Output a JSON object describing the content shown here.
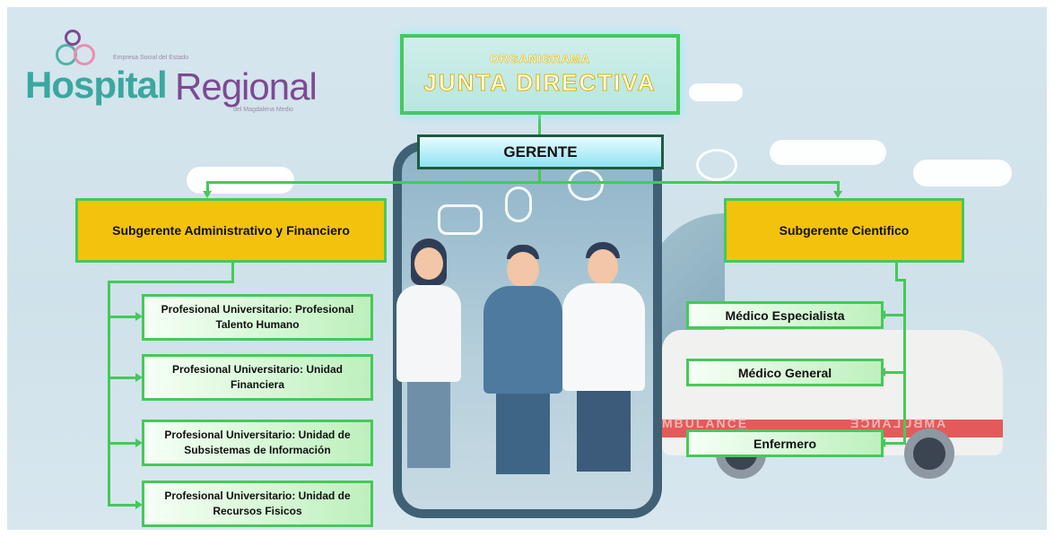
{
  "logo": {
    "tagline": "Empresa Social del Estado",
    "name_part1": "Hospital",
    "name_part2": "Regional",
    "subline": "del Magdalena Medio"
  },
  "chart": {
    "header_small": "ORGANIGRAMA",
    "header_big": "JUNTA DIRECTIVA",
    "gerente": "GERENTE",
    "sub_admin": "Subgerente Administrativo y Financiero",
    "sub_cientifico": "Subgerente Cientifico",
    "admin_units": [
      "Profesional Universitario: Profesional Talento Humano",
      "Profesional Universitario: Unidad Financiera",
      "Profesional Universitario: Unidad de Subsistemas de Información",
      "Profesional Universitario: Unidad de Recursos Fisicos"
    ],
    "medical_units": [
      "Médico Especialista",
      "Médico General",
      "Enfermero"
    ]
  },
  "decor": {
    "ambulance_left": "MBULANCE",
    "ambulance_right": "AMBULANCE",
    "accent_green": "#45c95a",
    "accent_yellow": "#f3c20d",
    "accent_cyan": "#8fe3f2"
  }
}
